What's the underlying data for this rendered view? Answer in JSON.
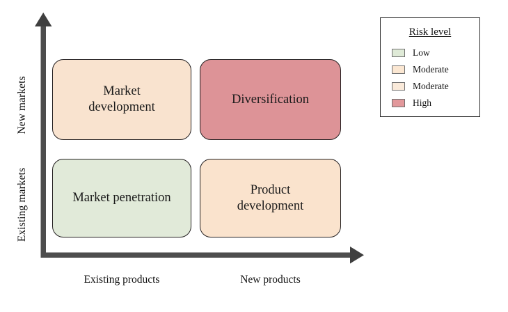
{
  "diagram": {
    "type": "ansoff-matrix",
    "background": "#ffffff",
    "axis_color": "#4d4d4d",
    "y_axis": {
      "upper_label": "New markets",
      "lower_label": "Existing markets"
    },
    "x_axis": {
      "left_label": "Existing products",
      "right_label": "New products"
    },
    "quadrants": [
      {
        "id": "market-development",
        "label": "Market\ndevelopment",
        "line1": "Market",
        "line2": "development",
        "fill": "#f9e3cf",
        "stroke": "#231f20",
        "risk": "Moderate",
        "row": "New markets",
        "col": "Existing products"
      },
      {
        "id": "diversification",
        "label": "Diversification",
        "line1": "Diversification",
        "line2": "",
        "fill": "#dd9397",
        "stroke": "#231f20",
        "risk": "High",
        "row": "New markets",
        "col": "New products"
      },
      {
        "id": "market-penetration",
        "label": "Market penetration",
        "line1": "Market penetration",
        "line2": "",
        "fill": "#e1ead9",
        "stroke": "#231f20",
        "risk": "Low",
        "row": "Existing markets",
        "col": "Existing products"
      },
      {
        "id": "product-development",
        "label": "Product\ndevelopment",
        "line1": "Product",
        "line2": "development",
        "fill": "#fae3cd",
        "stroke": "#231f20",
        "risk": "Moderate",
        "row": "Existing markets",
        "col": "New products"
      }
    ]
  },
  "legend": {
    "title": "Risk level",
    "border_color": "#2a2a2a",
    "items": [
      {
        "label": "Low",
        "color": "#dfead7"
      },
      {
        "label": "Moderate",
        "color": "#fbe7d2"
      },
      {
        "label": "Moderate",
        "color": "#faeada"
      },
      {
        "label": "High",
        "color": "#e2989b"
      }
    ]
  }
}
